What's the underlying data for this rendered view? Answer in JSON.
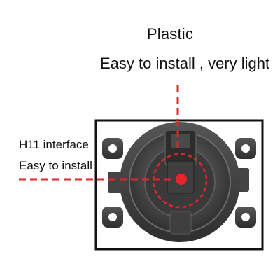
{
  "texts": {
    "top_title": "Plastic",
    "top_subtitle": "Easy to install , very light",
    "left_label_line1": "H11 interface",
    "left_label_line2": "Easy to install"
  },
  "colors": {
    "accent_red": "#e3262b",
    "frame_black": "#111111",
    "lamp_dark": "#3b3b3b"
  }
}
